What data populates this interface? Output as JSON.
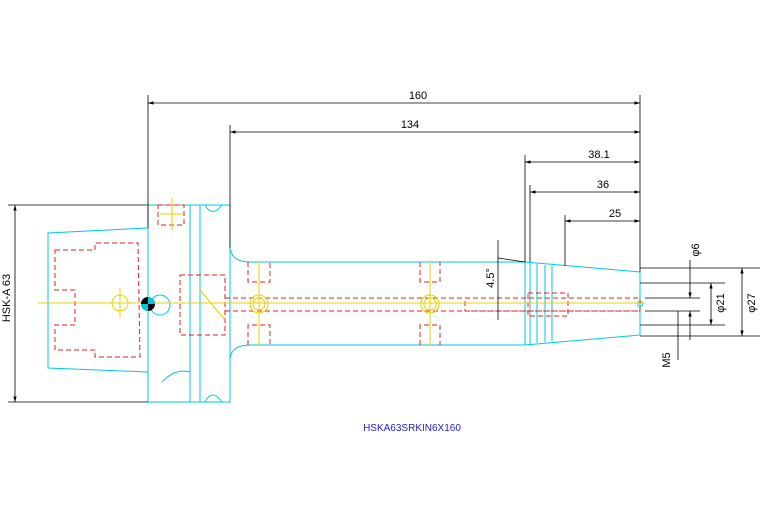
{
  "drawing": {
    "part_number": "HSKA63SRKIN6X160",
    "dimensions": {
      "overall_length": "160",
      "shank_length": "134",
      "nose_length_1": "38.1",
      "nose_length_2": "36",
      "nose_length_3": "25",
      "angle": "4.5°",
      "interface": "HSK-A 63",
      "dia_small": "φ6",
      "dia_mid": "φ21",
      "dia_large": "φ27",
      "thread": "M5"
    },
    "colors": {
      "outline": "#00c8e0",
      "hidden": "#e02020",
      "dimension": "#000000",
      "center": "#e8d000",
      "caption": "#2222cc"
    }
  }
}
